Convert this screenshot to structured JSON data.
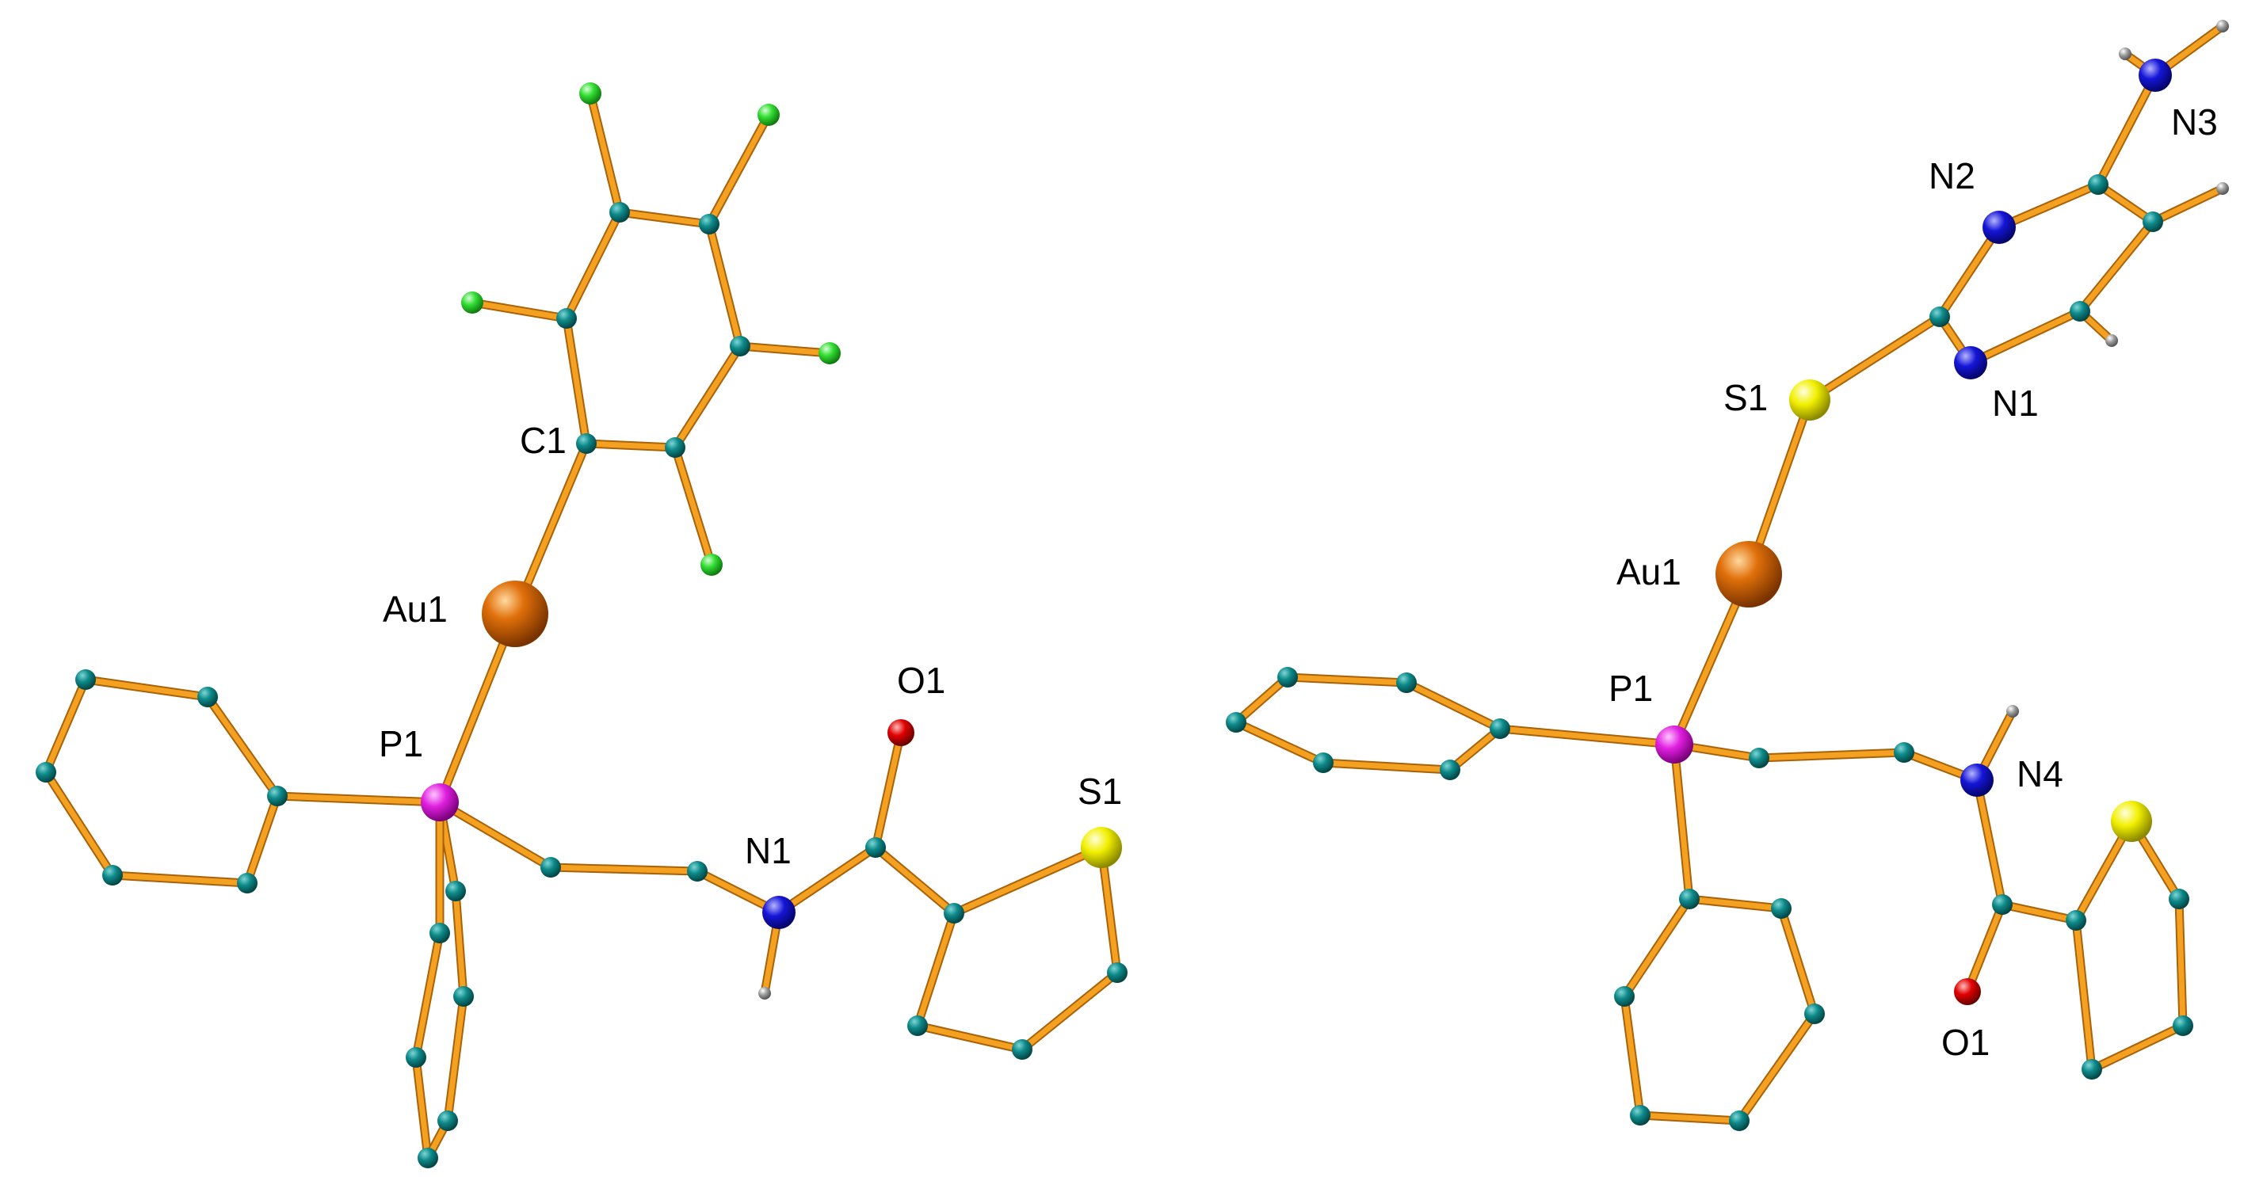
{
  "colors": {
    "background": "#ffffff",
    "bond": "#f4a020",
    "bond_shade": "#a8620a",
    "carbon": "#0e7f7f",
    "hydrogen": "#9a9a9a",
    "fluorine": "#33dd33",
    "gold": "#e0700a",
    "phosphorus": "#e020e0",
    "nitrogen": "#1515d8",
    "oxygen": "#e00000",
    "sulfur": "#f2f000"
  },
  "molecules": [
    {
      "id": "left",
      "labels": {
        "c1": "C1",
        "au1": "Au1",
        "p1": "P1",
        "n1": "N1",
        "o1": "O1",
        "s1": "S1"
      }
    },
    {
      "id": "right",
      "labels": {
        "n3": "N3",
        "n2": "N2",
        "s1": "S1",
        "n1": "N1",
        "au1": "Au1",
        "p1": "P1",
        "n4": "N4",
        "o1": "O1"
      }
    }
  ]
}
